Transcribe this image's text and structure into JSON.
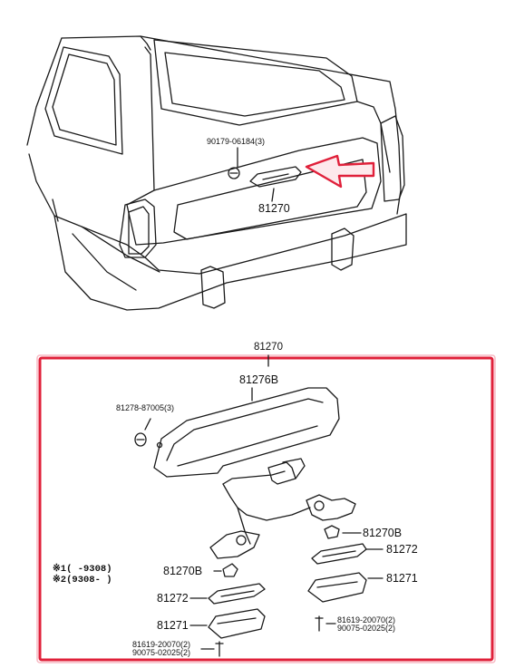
{
  "upper_view": {
    "clip_label": "90179-06184(3)",
    "lamp_label": "81270"
  },
  "assembly": {
    "title": "81270",
    "parts": {
      "lens": "81276B",
      "grommet": "81278-87005(3)",
      "bulb_right": "81270B",
      "gasket_right": "81272",
      "housing_right": "81271",
      "bulb_left": "81270B",
      "gasket_left": "81272",
      "housing_left": "81271",
      "screw_right_a": "81619-20070(2)",
      "screw_right_b": "90075-02025(2)",
      "screw_left_a": "81619-20070(2)",
      "screw_left_b": "90075-02025(2)"
    },
    "notes": {
      "note1": "※1(      -9308)",
      "note2": "※2(9308-      )"
    }
  },
  "highlight_color": "#e0203a",
  "arrow_color": "#e0203a"
}
